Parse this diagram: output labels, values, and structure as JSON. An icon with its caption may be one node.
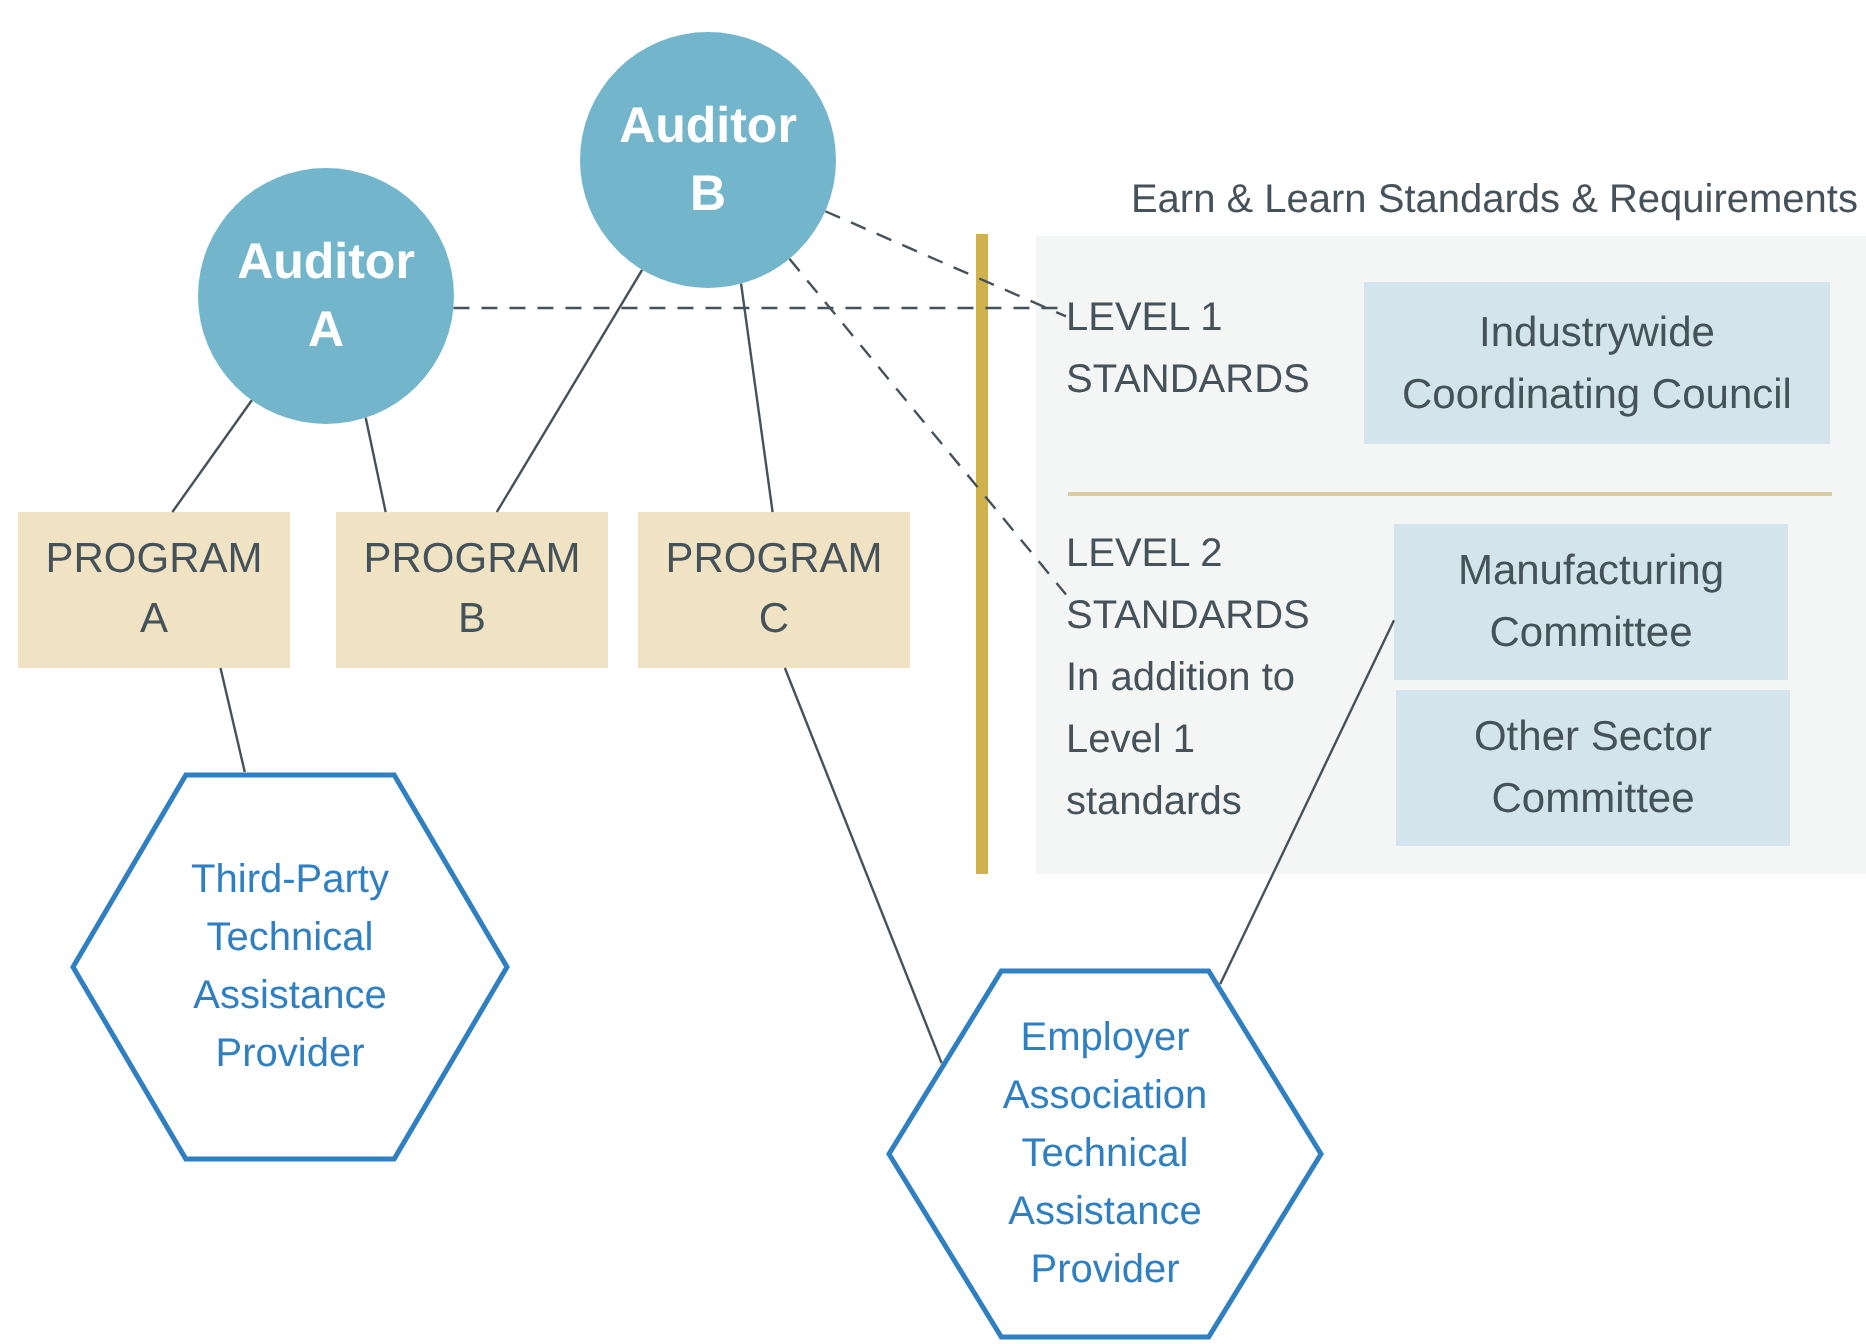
{
  "diagram": {
    "nodes": [
      {
        "text": [
          "Auditor A"
        ]
      },
      {
        "text": [
          "Auditor B"
        ]
      },
      {
        "text": [
          "PROGRAM A"
        ]
      },
      {
        "text": [
          "PROGRAM B"
        ]
      },
      {
        "text": [
          "PROGRAM C"
        ]
      },
      {
        "text": [
          "Third-Party Technical Assistance Provider"
        ]
      },
      {
        "text": [
          "Employer Association Technical Assistance Provider"
        ]
      },
      {
        "text": [
          "Earn & Learn Standards & Requirements"
        ]
      },
      {
        "text": [
          "LEVEL 1 STANDARDS"
        ],
        "in": 7
      },
      {
        "text": [
          "Industrywide Coordinating Council"
        ],
        "in": 7
      },
      {
        "text": [
          "LEVEL 2 STANDARDS",
          "In addition to Level 1 standards"
        ],
        "in": 7
      },
      {
        "text": [
          "Manufacturing Committee"
        ],
        "in": 7
      },
      {
        "text": [
          "Other Sector Committee"
        ],
        "in": 7
      }
    ],
    "edges": [
      {
        "from": 0,
        "to": 2,
        "arrow": "none"
      },
      {
        "from": 0,
        "to": 3,
        "arrow": "none"
      },
      {
        "from": 1,
        "to": 3,
        "arrow": "none"
      },
      {
        "from": 1,
        "to": 4,
        "arrow": "none"
      },
      {
        "from": 0,
        "to": 8,
        "arrow": "none",
        "style": "dashed"
      },
      {
        "from": 1,
        "to": 8,
        "arrow": "none",
        "style": "dashed"
      },
      {
        "from": 1,
        "to": 10,
        "arrow": "none",
        "style": "dashed"
      },
      {
        "from": 2,
        "to": 5,
        "arrow": "none"
      },
      {
        "from": 4,
        "to": 6,
        "arrow": "none"
      },
      {
        "from": 6,
        "to": 11,
        "arrow": "none"
      }
    ]
  }
}
